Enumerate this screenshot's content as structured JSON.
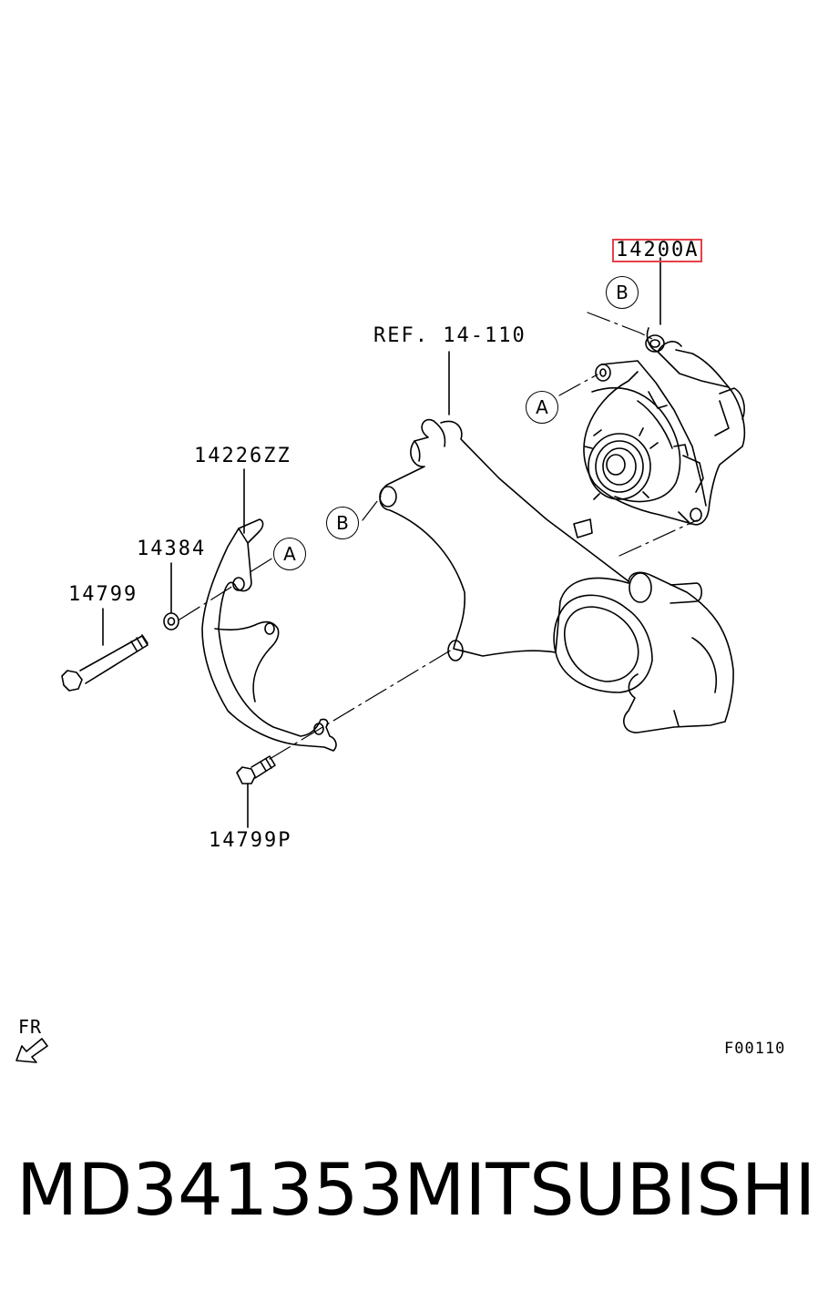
{
  "callouts": {
    "alternator": "14200A",
    "ref": "REF. 14-110",
    "brace": "14226ZZ",
    "washer": "14384",
    "bolt": "14799",
    "bolt_p": "14799P",
    "circle_a": "A",
    "circle_b": "B"
  },
  "direction": {
    "label": "FR"
  },
  "figure_code": "F00110",
  "footer": {
    "part_number": "MD341353",
    "brand": "MITSUBISHI"
  },
  "colors": {
    "highlight": "#e8404a",
    "ink": "#000000"
  }
}
